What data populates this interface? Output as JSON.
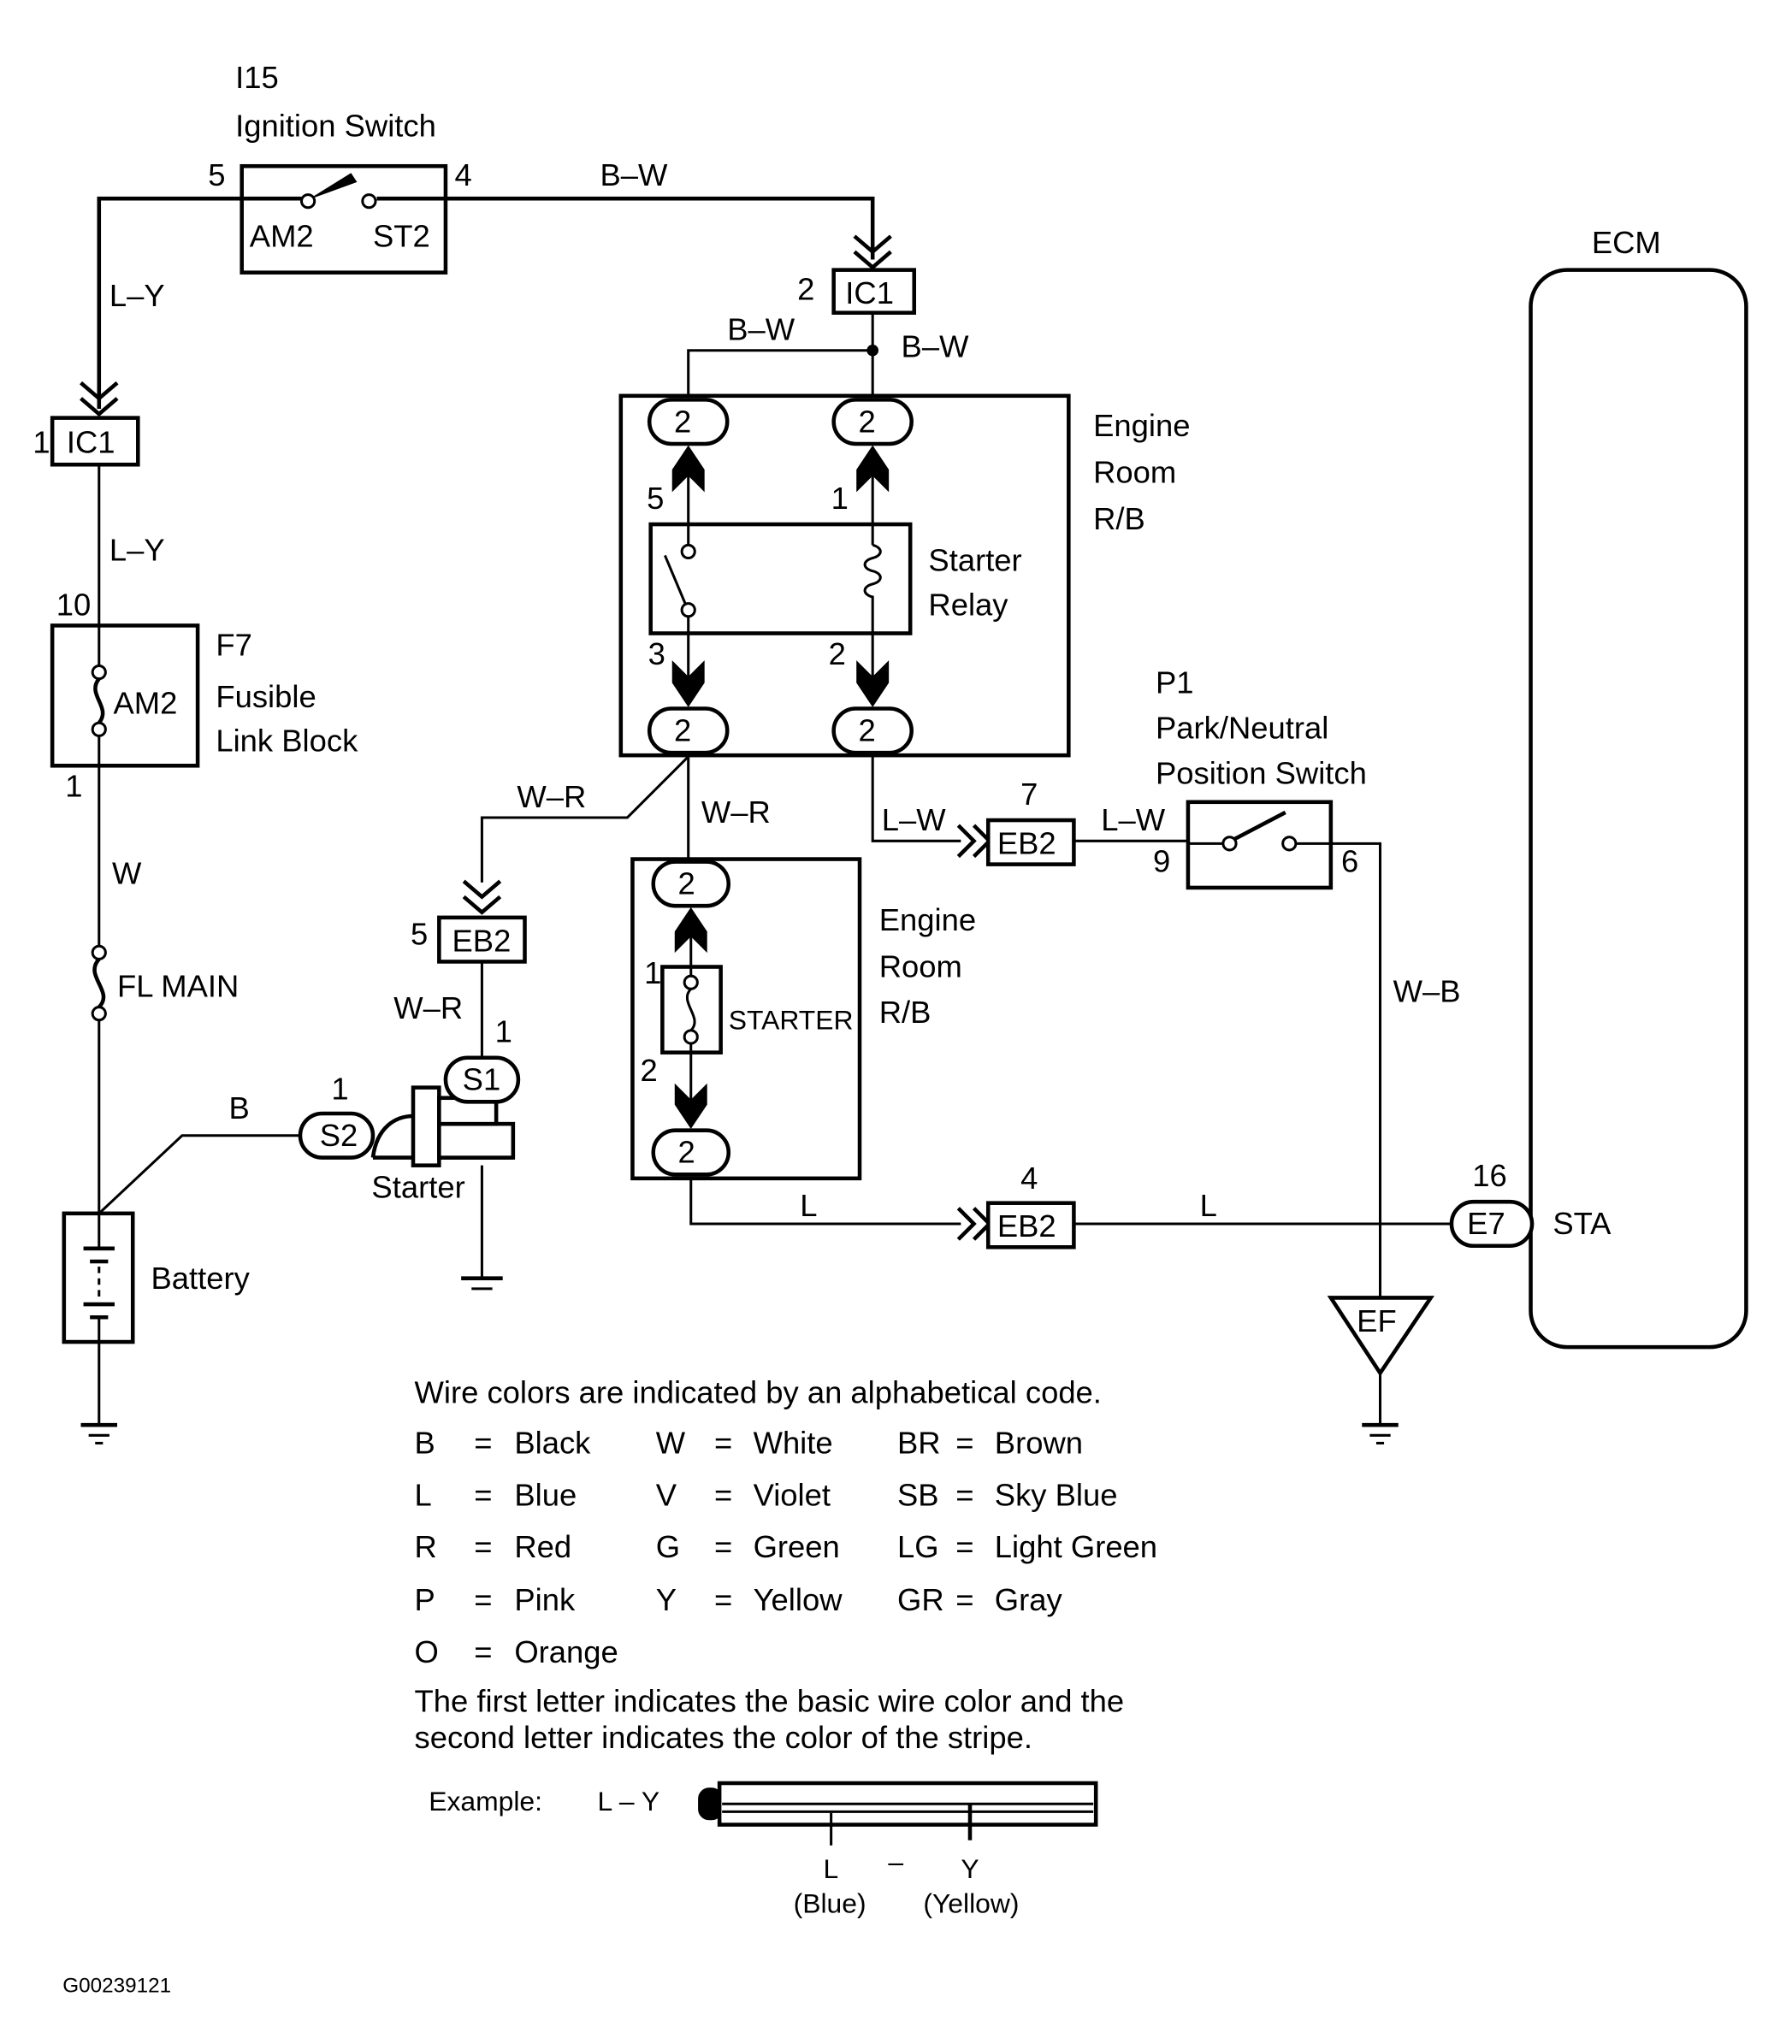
{
  "figure_id": "G00239121",
  "components": {
    "ignition_switch": {
      "code": "I15",
      "name": "Ignition Switch",
      "pin_left": "5",
      "pin_right": "4",
      "contact_left": "AM2",
      "contact_right": "ST2"
    },
    "ic1_top": {
      "label": "IC1",
      "pin": "2"
    },
    "ic1_left": {
      "label": "IC1",
      "pin": "1"
    },
    "fusible_link_block": {
      "code": "F7",
      "line1": "Fusible",
      "line2": "Link Block",
      "fuse": "AM2",
      "pin_top": "10",
      "pin_bottom": "1"
    },
    "fl_main": {
      "label": "FL MAIN"
    },
    "battery": {
      "label": "Battery"
    },
    "starter": {
      "label": "Starter",
      "s1": "S1",
      "s2": "S2",
      "s1_pin": "1",
      "s2_pin": "1"
    },
    "eb2_left": {
      "label": "EB2",
      "pin": "5"
    },
    "engine_room_rb_top": {
      "line1": "Engine",
      "line2": "Room",
      "line3": "R/B",
      "terminals": [
        "2",
        "2",
        "2",
        "2"
      ]
    },
    "starter_relay": {
      "line1": "Starter",
      "line2": "Relay",
      "pin_5": "5",
      "pin_1": "1",
      "pin_3": "3",
      "pin_2": "2"
    },
    "engine_room_rb_bottom": {
      "line1": "Engine",
      "line2": "Room",
      "line3": "R/B",
      "fuse": "STARTER",
      "pin_1": "1",
      "pin_2": "2",
      "terminals": [
        "2",
        "2"
      ]
    },
    "eb2_pn": {
      "label": "EB2",
      "pin": "7"
    },
    "eb2_sta": {
      "label": "EB2",
      "pin": "4"
    },
    "pn_switch": {
      "code": "P1",
      "line1": "Park/Neutral",
      "line2": "Position Switch",
      "pin_left": "9",
      "pin_right": "6"
    },
    "ground_ef": {
      "label": "EF"
    },
    "ecm": {
      "label": "ECM",
      "terminal": "STA",
      "connector": "E7",
      "pin": "16"
    }
  },
  "wires": {
    "lw_ign": "L–Y",
    "lw_ic1": "L–Y",
    "bw_top": "B–W",
    "bw_branch": "B–W",
    "bw_right": "B–W",
    "w_main": "W",
    "b_batt": "B",
    "wr_top": "W–R",
    "wr_mid": "W–R",
    "wr_low": "W–R",
    "lw_1": "L–W",
    "lw_2": "L–W",
    "wb": "W–B",
    "l_1": "L",
    "l_2": "L"
  },
  "legend": {
    "intro": "Wire colors are indicated by an alphabetical code.",
    "codes": [
      [
        {
          "code": "B",
          "color": "Black"
        },
        {
          "code": "W",
          "color": "White"
        },
        {
          "code": "BR",
          "color": "Brown"
        }
      ],
      [
        {
          "code": "L",
          "color": "Blue"
        },
        {
          "code": "V",
          "color": "Violet"
        },
        {
          "code": "SB",
          "color": "Sky Blue"
        }
      ],
      [
        {
          "code": "R",
          "color": "Red"
        },
        {
          "code": "G",
          "color": "Green"
        },
        {
          "code": "LG",
          "color": "Light Green"
        }
      ],
      [
        {
          "code": "P",
          "color": "Pink"
        },
        {
          "code": "Y",
          "color": "Yellow"
        },
        {
          "code": "GR",
          "color": "Gray"
        }
      ],
      [
        {
          "code": "O",
          "color": "Orange"
        }
      ]
    ],
    "eq": "=",
    "note_line1": "The first letter indicates the basic wire color and the",
    "note_line2": "second letter indicates the color of the stripe.",
    "example_label": "Example:",
    "example_code": "L – Y",
    "example_first": "L",
    "example_dash": "–",
    "example_second": "Y",
    "example_first_name": "(Blue)",
    "example_second_name": "(Yellow)"
  }
}
